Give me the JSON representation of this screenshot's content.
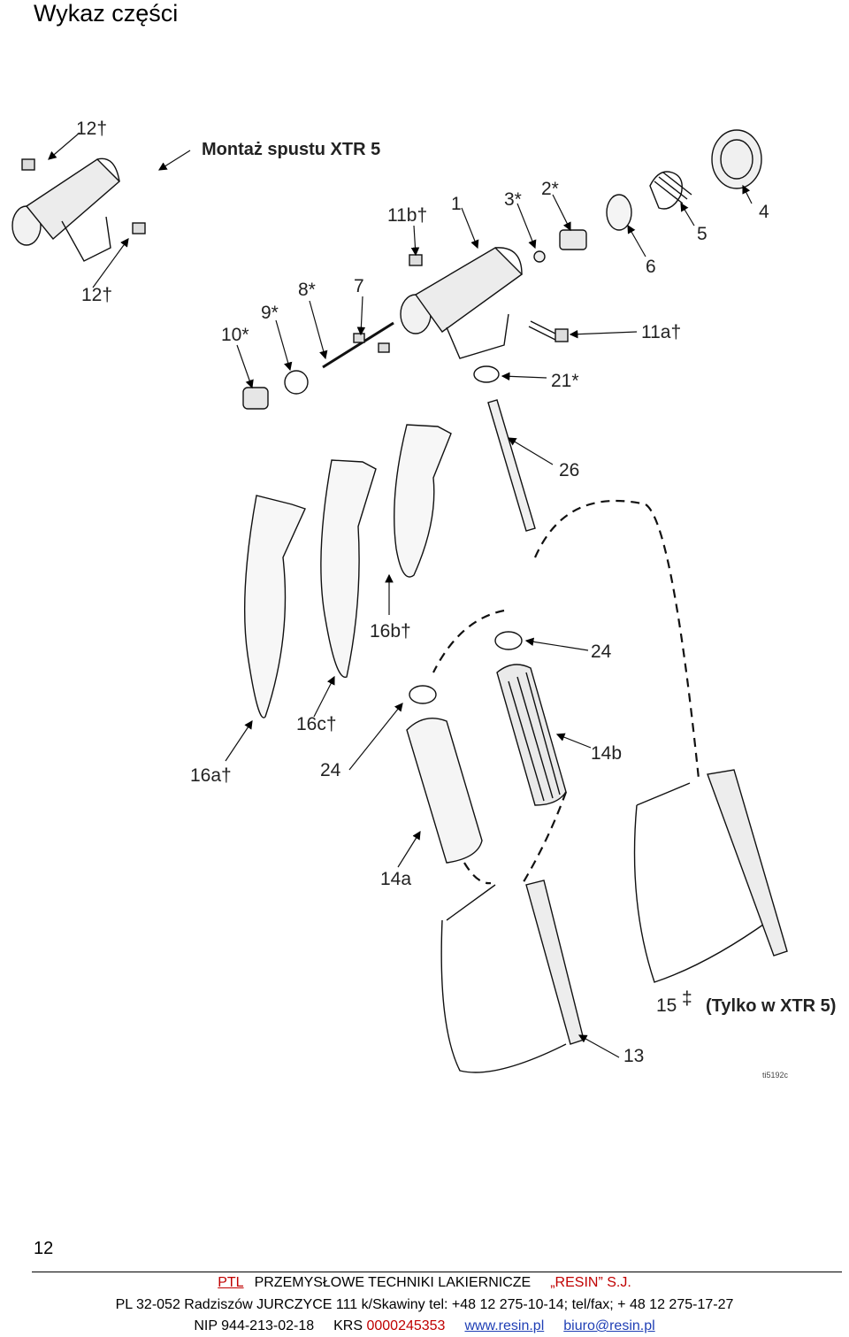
{
  "title": "Wykaz części",
  "diagram": {
    "caption_assembly": "Montaż spustu XTR 5",
    "caption_xtr5_only": "(Tylko w XTR 5)",
    "labels": {
      "p12_top": "12†",
      "p12_bottom": "12†",
      "p11b": "11b†",
      "p1": "1",
      "p3": "3*",
      "p2": "2*",
      "p4": "4",
      "p5": "5",
      "p6": "6",
      "p8": "8*",
      "p7": "7",
      "p9": "9*",
      "p10": "10*",
      "p11a": "11a†",
      "p21": "21*",
      "p26": "26",
      "p16b": "16b†",
      "p24_right": "24",
      "p16c": "16c†",
      "p14b": "14b",
      "p16a": "16a†",
      "p24_left": "24",
      "p14a": "14a",
      "p15": "15",
      "p15_mark": "‡",
      "p13": "13"
    },
    "ref_code": "ti5192c"
  },
  "page_number": "12",
  "footer": {
    "company_abbr": "PTL",
    "company_name": "PRZEMYSŁOWE TECHNIKI LAKIERNICZE",
    "company_brand": "„RESIN” S.J.",
    "address": "PL 32-052 Radziszów  JURCZYCE  111  k/Skawiny  tel: +48 12  275-10-14; tel/fax; + 48 12 275-17-27",
    "nip": "NIP 944-213-02-18",
    "krs_label": "KRS",
    "krs_number": "0000245353",
    "website": "www.resin.pl",
    "email": "biuro@resin.pl"
  },
  "colors": {
    "accent_red": "#c00000",
    "link_blue": "#1f3fb5"
  }
}
